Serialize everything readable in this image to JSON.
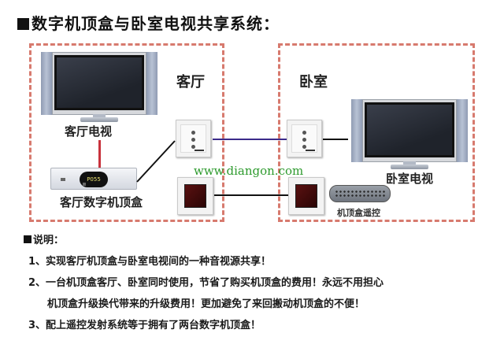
{
  "title": "数字机顶盒与卧室电视共享系统：",
  "rooms": {
    "living_room": {
      "label": "客厅",
      "tv_label": "客厅电视",
      "stb_label": "客厅数字机顶盒",
      "stb_display": "P055"
    },
    "bedroom": {
      "label": "卧室",
      "tv_label": "卧室电视",
      "remote_label": "机顶盒遥控"
    }
  },
  "watermark": "www.diangon.com",
  "colors": {
    "dashed_border": "#d77a6e",
    "av_cable": "#3b2a8a",
    "ir_cable": "#111111",
    "tv_stb_cable": "#c8323c",
    "watermark": "#2d9a2d"
  },
  "notes": {
    "heading": "说明：",
    "items": [
      "1、实现客厅机顶盒与卧室电视间的一种音视源共享！",
      "2、一台机顶盒客厅、卧室同时使用，节省了购买机顶盒的费用！永远不用担心",
      "机顶盒升级换代带来的升级费用！更加避免了来回搬动机顶盒的不便！",
      "3、配上遥控发射系统等于拥有了两台数字机顶盒！"
    ]
  }
}
